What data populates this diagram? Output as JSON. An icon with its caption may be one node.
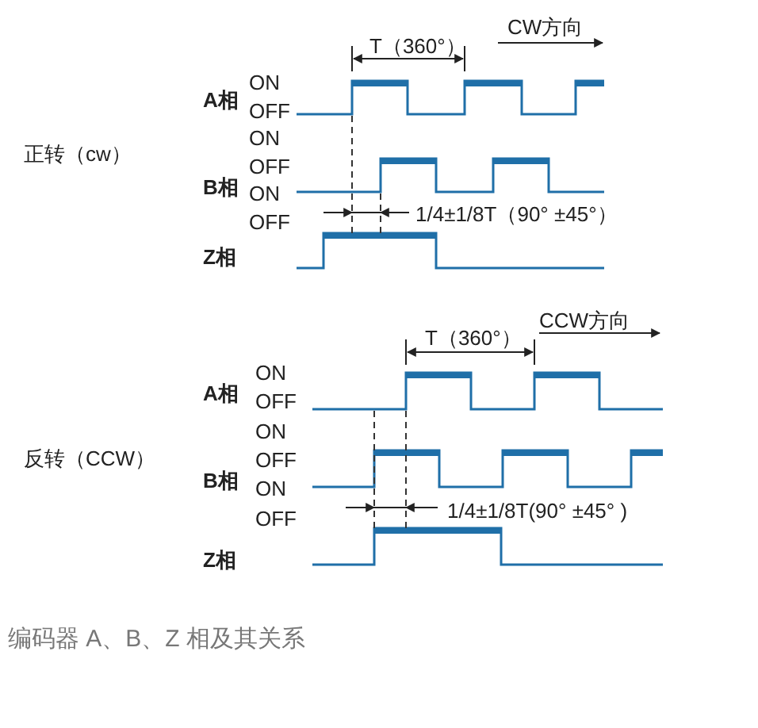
{
  "diagram": {
    "caption": "编码器 A、B、Z 相及其关系",
    "labels": [
      "T（360°）",
      "CW方向",
      "ON",
      "A相",
      "OFF",
      "正转（cw）",
      "ON",
      "OFF",
      "B相",
      "ON",
      "OFF",
      "1/4±1/8T（90° ±45°）",
      "Z相",
      "T（360°）",
      "CCW方向",
      "ON",
      "A相",
      "OFF",
      "反转（CCW）",
      "ON",
      "OFF",
      "B相",
      "ON",
      "OFF",
      "1/4±1/8T(90°  ±45° )",
      "Z相"
    ]
  }
}
